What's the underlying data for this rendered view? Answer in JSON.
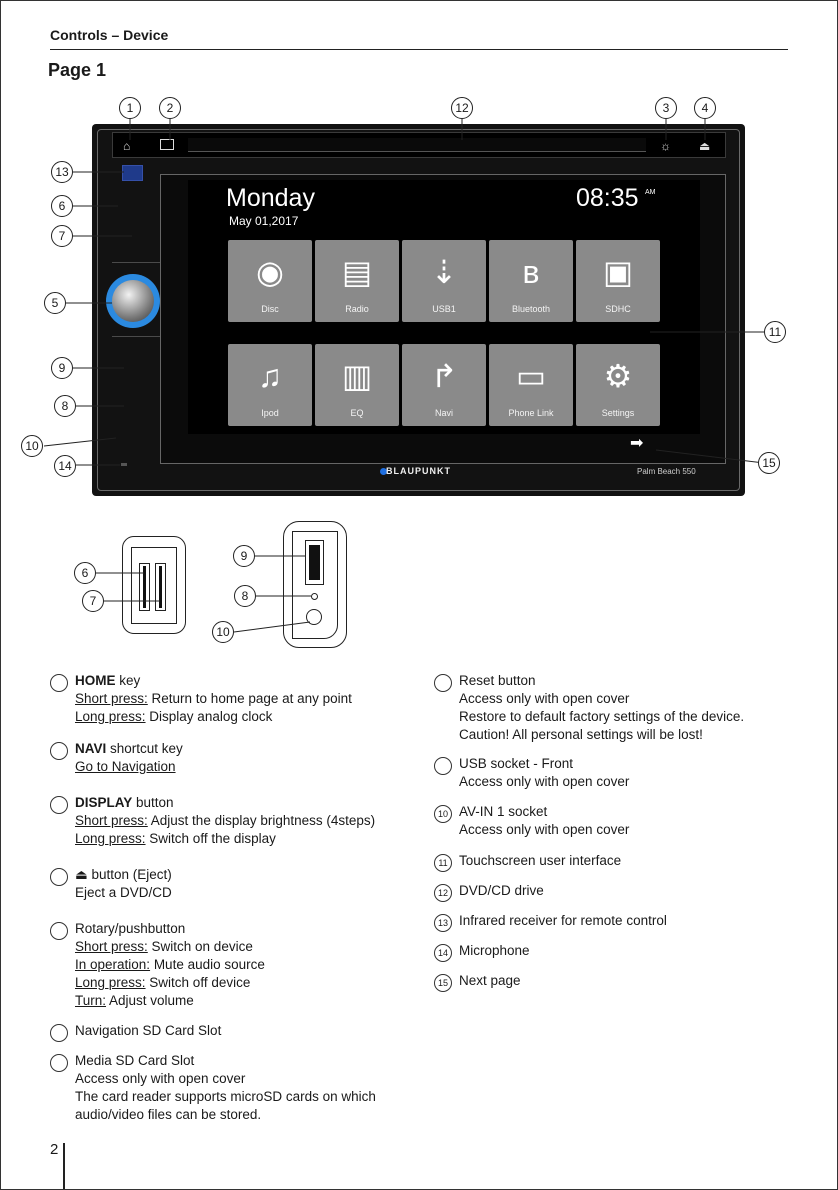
{
  "header": {
    "section_title": "Controls – Device",
    "page_heading": "Page 1"
  },
  "device": {
    "screen": {
      "day": "Monday",
      "date": "May 01,2017",
      "time": "08:35",
      "ampm": "AM",
      "tiles_row1": [
        {
          "label": "Disc",
          "icon": "disc-icon"
        },
        {
          "label": "Radio",
          "icon": "radio-icon"
        },
        {
          "label": "USB1",
          "icon": "usb-icon"
        },
        {
          "label": "Bluetooth",
          "icon": "bluetooth-icon"
        },
        {
          "label": "SDHC",
          "icon": "sd-card-icon"
        }
      ],
      "tiles_row2": [
        {
          "label": "Ipod",
          "icon": "music-note-icon"
        },
        {
          "label": "EQ",
          "icon": "equalizer-icon"
        },
        {
          "label": "Navi",
          "icon": "turn-right-arrow-icon"
        },
        {
          "label": "Phone Link",
          "icon": "phone-link-icon"
        },
        {
          "label": "Settings",
          "icon": "gear-icon"
        }
      ]
    },
    "brand": "BLAUPUNKT",
    "model": "Palm Beach 550",
    "callouts": [
      "1",
      "2",
      "3",
      "4",
      "5",
      "6",
      "7",
      "8",
      "9",
      "10",
      "11",
      "12",
      "13",
      "14",
      "15"
    ]
  },
  "details": {
    "left_callouts": [
      "6",
      "7"
    ],
    "right_callouts": [
      "9",
      "8",
      "10"
    ]
  },
  "legend_left": [
    {
      "lines": [
        [
          {
            "t": "HOME",
            "s": "b"
          },
          {
            "t": " key",
            "s": ""
          }
        ],
        [
          {
            "t": "Short press:",
            "s": "u"
          },
          {
            "t": " Return to home page at any point",
            "s": ""
          }
        ],
        [
          {
            "t": "Long press:",
            "s": "u"
          },
          {
            "t": " Display analog clock",
            "s": ""
          }
        ]
      ]
    },
    {
      "lines": [
        [
          {
            "t": "NAVI",
            "s": "b"
          },
          {
            "t": " shortcut key",
            "s": ""
          }
        ],
        [
          {
            "t": "Go to Navigation",
            "s": "u"
          }
        ]
      ]
    },
    {
      "lines": [
        [
          {
            "t": "DISPLAY",
            "s": "b"
          },
          {
            "t": " button",
            "s": ""
          }
        ],
        [
          {
            "t": "Short press:",
            "s": "u"
          },
          {
            "t": " Adjust the display brightness (4steps)",
            "s": ""
          }
        ],
        [
          {
            "t": "Long press:",
            "s": "u"
          },
          {
            "t": " Switch off the display",
            "s": ""
          }
        ]
      ]
    },
    {
      "lines": [
        [
          {
            "t": "⏏ button (Eject)",
            "s": ""
          }
        ],
        [
          {
            "t": "Eject a DVD/CD",
            "s": ""
          }
        ]
      ]
    },
    {
      "lines": [
        [
          {
            "t": "Rotary/pushbutton",
            "s": ""
          }
        ],
        [
          {
            "t": "Short press:",
            "s": "u"
          },
          {
            "t": " Switch on device",
            "s": ""
          }
        ],
        [
          {
            "t": "In operation:",
            "s": "u"
          },
          {
            "t": " Mute audio source",
            "s": ""
          }
        ],
        [
          {
            "t": "Long press:",
            "s": "u"
          },
          {
            "t": " Switch off device",
            "s": ""
          }
        ],
        [
          {
            "t": "Turn:",
            "s": "u"
          },
          {
            "t": " Adjust volume",
            "s": ""
          }
        ]
      ]
    },
    {
      "lines": [
        [
          {
            "t": "Navigation SD Card Slot",
            "s": ""
          }
        ]
      ]
    },
    {
      "lines": [
        [
          {
            "t": "Media SD Card Slot",
            "s": ""
          }
        ],
        [
          {
            "t": "Access only with open cover",
            "s": ""
          }
        ],
        [
          {
            "t": "The card reader supports microSD cards on which",
            "s": ""
          }
        ],
        [
          {
            "t": "audio/video files can be stored.",
            "s": ""
          }
        ]
      ]
    }
  ],
  "legend_right": [
    {
      "num": "",
      "lines": [
        "Reset button",
        "Access only with open cover",
        "Restore to default factory settings of the device.",
        "Caution! All personal settings will be lost!"
      ]
    },
    {
      "num": "",
      "lines": [
        "USB socket - Front",
        "Access only with open cover"
      ]
    },
    {
      "num": "10",
      "lines": [
        "AV-IN 1 socket",
        "Access only with open cover"
      ]
    },
    {
      "num": "11",
      "lines": [
        "Touchscreen user interface"
      ]
    },
    {
      "num": "12",
      "lines": [
        "DVD/CD drive"
      ]
    },
    {
      "num": "13",
      "lines": [
        "Infrared receiver for remote control"
      ]
    },
    {
      "num": "14",
      "lines": [
        "Microphone"
      ]
    },
    {
      "num": "15",
      "lines": [
        "Next page"
      ]
    }
  ],
  "footer": {
    "page_number": "2"
  }
}
